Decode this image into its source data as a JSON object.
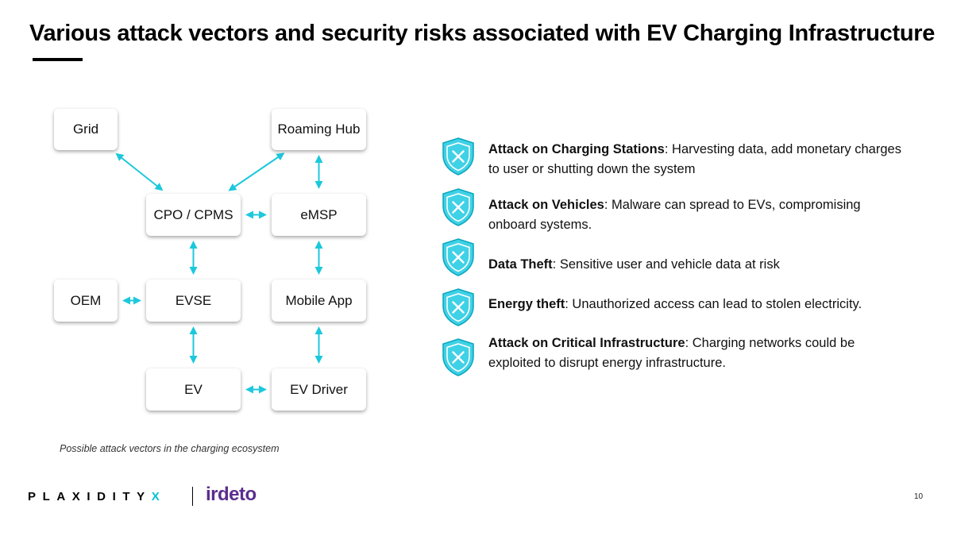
{
  "slide": {
    "title": "Various attack vectors and security risks associated with EV Charging Infrastructure",
    "page_number": "10"
  },
  "diagram": {
    "caption": "Possible attack vectors in the charging ecosystem",
    "nodes": {
      "grid": "Grid",
      "roaming_hub": "Roaming Hub",
      "cpo_cpms": "CPO / CPMS",
      "emsp": "eMSP",
      "oem": "OEM",
      "evse": "EVSE",
      "mobile_app": "Mobile App",
      "ev": "EV",
      "ev_driver": "EV Driver"
    },
    "edges": [
      [
        "grid",
        "cpo_cpms"
      ],
      [
        "roaming_hub",
        "cpo_cpms"
      ],
      [
        "roaming_hub",
        "emsp"
      ],
      [
        "cpo_cpms",
        "emsp"
      ],
      [
        "cpo_cpms",
        "evse"
      ],
      [
        "emsp",
        "mobile_app"
      ],
      [
        "oem",
        "evse"
      ],
      [
        "evse",
        "ev"
      ],
      [
        "mobile_app",
        "ev_driver"
      ],
      [
        "ev",
        "ev_driver"
      ]
    ],
    "arrow_color": "#1cc8dc"
  },
  "risks": [
    {
      "title": "Attack on Charging Stations",
      "description": ": Harvesting data, add monetary charges to user or shutting down the system",
      "icon": "shield-x-icon"
    },
    {
      "title": "Attack on Vehicles",
      "description": ":  Malware can spread to EVs, compromising onboard systems.",
      "icon": "shield-x-icon"
    },
    {
      "title": "Data Theft",
      "description": ": Sensitive user and vehicle data at risk",
      "icon": "shield-x-icon"
    },
    {
      "title": "Energy theft",
      "description": ": Unauthorized access can lead to stolen electricity.",
      "icon": "shield-x-icon"
    },
    {
      "title": "Attack on Critical Infrastructure",
      "description": ": Charging networks could be exploited to disrupt energy infrastructure.",
      "icon": "shield-x-icon"
    }
  ],
  "colors": {
    "accent": "#1cc8dc",
    "shield_fill": "#3fd1e6",
    "irdeto_purple": "#5b2d8e"
  },
  "footer": {
    "logo_main": "PLAXIDITY",
    "logo_x": "X",
    "partner_logo": "irdeto"
  }
}
